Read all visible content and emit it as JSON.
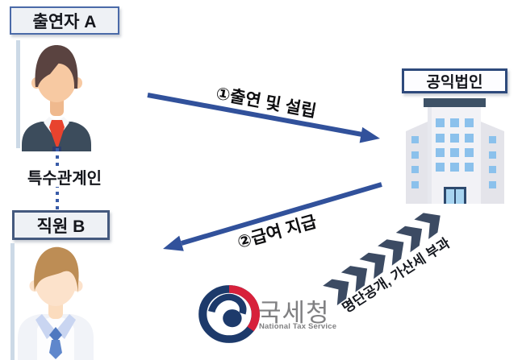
{
  "diagram": {
    "contributor_box_label": "출연자 A",
    "employee_box_label": "직원 B",
    "foundation_box_label": "공익법인",
    "relation_label": "특수관계인",
    "arrow1_label": "①출연 및 설립",
    "arrow2_label": "②급여 지급",
    "penalty_label": "명단공개, 가산세 부과",
    "nts_logo": {
      "title": "국세청",
      "subtitle": "National Tax Service"
    }
  },
  "icons": {
    "contributor": "businessman-icon",
    "employee": "employee-icon",
    "foundation": "office-building-icon",
    "tax_service": "taegeuk-logo-icon",
    "penalty_direction": "chevron-arrows-icon"
  },
  "colors": {
    "arrow_blue": "#31519b",
    "chevron_navy": "#3c4b63",
    "dotted_line_blue": "#3a5ca8",
    "contributor_border": "#4a6aa8",
    "employee_border": "#44597e",
    "foundation_border": "#2e4a7c",
    "logo_navy": "#1d3a6b",
    "logo_red": "#d7213b",
    "nts_text_gray": "#808082",
    "building_roof": "#3d5166",
    "window_blue": "#8bc1ec"
  }
}
